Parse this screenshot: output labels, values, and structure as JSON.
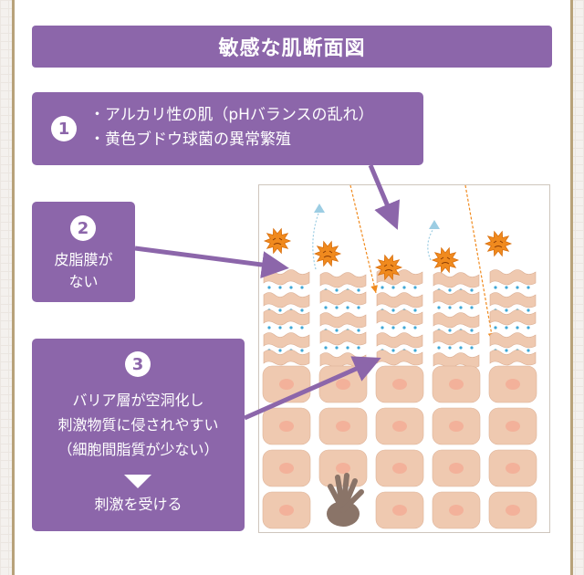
{
  "title": "敏感な肌断面図",
  "box1": {
    "number": "1",
    "lines": [
      "・アルカリ性の肌（pHバランスの乱れ）",
      "・黄色ブドウ球菌の異常繁殖"
    ]
  },
  "box2": {
    "number": "2",
    "lines": [
      "皮脂膜が",
      "ない"
    ]
  },
  "box3": {
    "number": "3",
    "lines": [
      "バリア層が空洞化し",
      "刺激物質に侵されやすい",
      "（細胞間脂質が少ない）"
    ],
    "result": "刺激を受ける"
  },
  "colors": {
    "accent": "#8c66aa",
    "cell": "#efc9b0",
    "bacteria": "#f08a1e",
    "drop": "#3fa8d6",
    "wave": "#8ec5d8",
    "hand": "#8a7468",
    "frame": "#b8a27a"
  },
  "icons": [
    "bacteria-icon",
    "irritant-hand-icon",
    "moisture-escape-arrow-icon",
    "irritant-arrow-icon"
  ]
}
